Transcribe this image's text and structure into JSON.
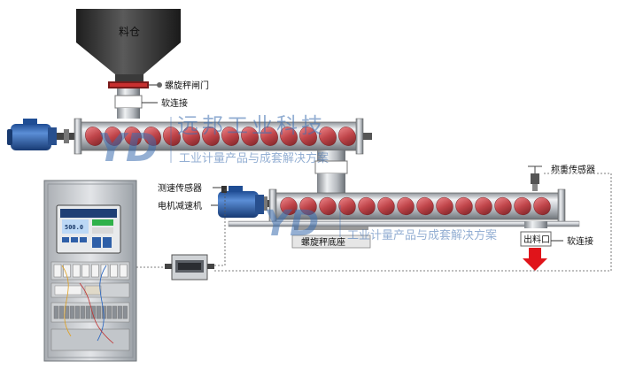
{
  "labels": {
    "hopper": "料仓",
    "gate": "螺旋秤闸门",
    "soft_joint_top": "软连接",
    "speed_sensor": "测速传感器",
    "motor_reducer": "电机减速机",
    "weigh_sensor": "称重传感器",
    "base": "螺旋秤底座",
    "outlet": "出料口",
    "soft_joint_bottom": "软连接"
  },
  "watermark": {
    "logo": "YD",
    "company": "远邦工业科技",
    "slogan": "工业计量产品与成套解决方案"
  },
  "controller": {
    "display_value": "500.0"
  },
  "colors": {
    "hopper": "#2b2b2b",
    "screw": "#c0454a",
    "motor": "#2e5fa8",
    "outlet_arrow": "#e0141a",
    "steel": "#b8bcc2",
    "watermark": "#3e6fb0"
  }
}
